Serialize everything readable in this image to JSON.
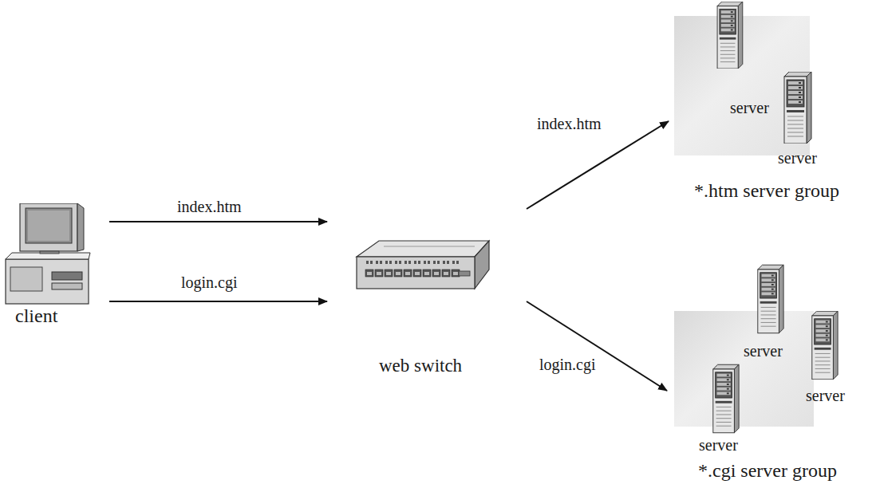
{
  "diagram": {
    "nodes": [
      {
        "text": [
          "client"
        ]
      },
      {
        "text": [
          "web switch"
        ]
      },
      {
        "text": [
          "*.htm server group"
        ]
      },
      {
        "text": [
          "server"
        ],
        "in": 2
      },
      {
        "text": [
          "server"
        ],
        "in": 2
      },
      {
        "text": [
          "*.cgi server group"
        ]
      },
      {
        "text": [
          "server"
        ],
        "in": 5
      },
      {
        "text": [
          "server"
        ],
        "in": 5
      },
      {
        "text": [
          "server"
        ],
        "in": 5
      }
    ],
    "edges": [
      {
        "from": 0,
        "to": 1,
        "label": "index.htm",
        "arrow": "to"
      },
      {
        "from": 0,
        "to": 1,
        "label": "login.cgi",
        "arrow": "to"
      },
      {
        "from": 1,
        "to": 2,
        "label": "index.htm",
        "arrow": "to"
      },
      {
        "from": 1,
        "to": 5,
        "label": "login.cgi",
        "arrow": "to"
      }
    ]
  }
}
